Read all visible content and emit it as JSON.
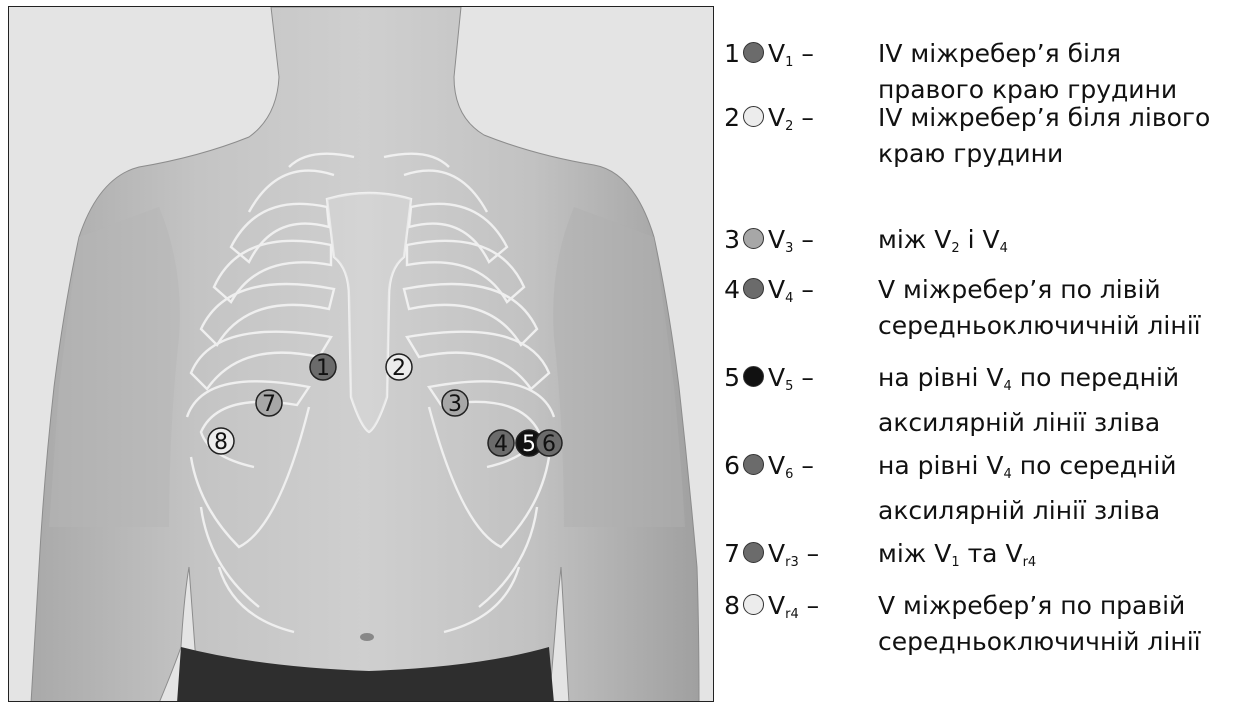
{
  "colors": {
    "dark_gray": "#6b6b6b",
    "light": "#ececec",
    "medium_gray": "#a7a7a7",
    "black": "#111111"
  },
  "legend": [
    {
      "num": "1",
      "color": "dark_gray",
      "lead": "V",
      "lead_sub": "1",
      "dash": " –",
      "text": "IV міжребер’я біля правого краю грудини"
    },
    {
      "num": "2",
      "color": "light",
      "lead": "V",
      "lead_sub": "2",
      "dash": " –",
      "text": "IV міжребер’я біля лівого краю грудини"
    },
    {
      "num": "3",
      "color": "medium_gray",
      "lead": "V",
      "lead_sub": "3",
      "dash": " –",
      "text": "між V₂ і V₄"
    },
    {
      "num": "4",
      "color": "dark_gray",
      "lead": "V",
      "lead_sub": "4",
      "dash": " –",
      "text": "V міжребер’я по лівій середньоключичній лінії"
    },
    {
      "num": "5",
      "color": "black",
      "lead": "V",
      "lead_sub": "5",
      "dash": " –",
      "text": "на рівні V₄ по передній аксилярній лінії зліва"
    },
    {
      "num": "6",
      "color": "dark_gray",
      "lead": "V",
      "lead_sub": "6",
      "dash": " –",
      "text": "на рівні V₄ по середній аксилярній лінії зліва"
    },
    {
      "num": "7",
      "color": "dark_gray",
      "lead": "V",
      "lead_sub": "r3",
      "dash": " –",
      "text": "між V₁ та V_r4"
    },
    {
      "num": "8",
      "color": "light",
      "lead": "V",
      "lead_sub": "r4",
      "dash": " –",
      "text": "V міжребер’я по правій середньоключичній лінії"
    }
  ],
  "markers": [
    {
      "label": "1",
      "color": "dark_gray"
    },
    {
      "label": "2",
      "color": "light"
    },
    {
      "label": "3",
      "color": "medium_gray"
    },
    {
      "label": "4",
      "color": "dark_gray"
    },
    {
      "label": "5",
      "color": "black"
    },
    {
      "label": "6",
      "color": "dark_gray"
    },
    {
      "label": "7",
      "color": "medium_gray"
    },
    {
      "label": "8",
      "color": "light"
    }
  ]
}
